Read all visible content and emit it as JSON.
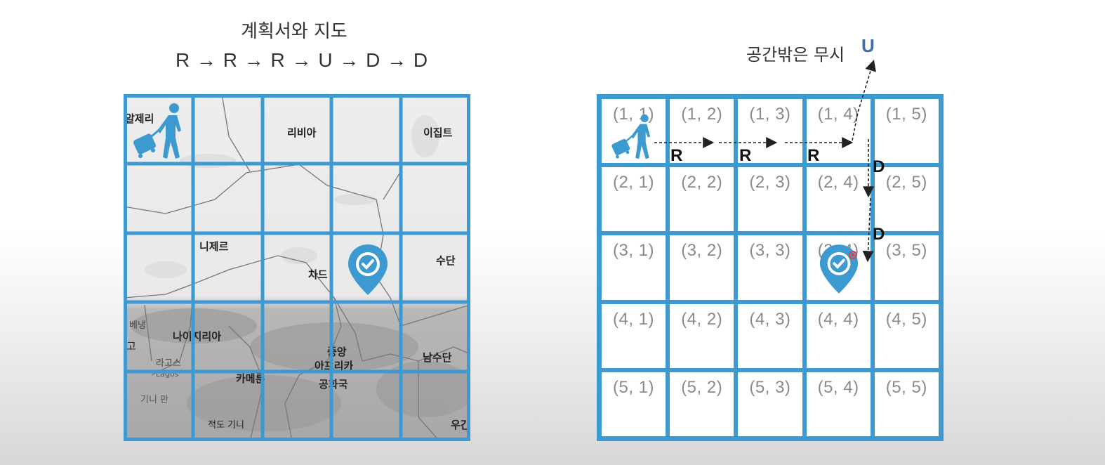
{
  "header": {
    "title": "계획서와 지도",
    "plan": "R → R → R → U → D → D"
  },
  "map": {
    "labels": {
      "algeria": "알제리",
      "libya": "리비아",
      "egypt": "이집트",
      "niger": "니제르",
      "chad": "차드",
      "sudan": "수단",
      "benin": "베냉",
      "go": "고",
      "nigeria": "나이지리아",
      "lagos_kr": "라고스",
      "lagos_en": "Lagos",
      "car_1": "중앙",
      "car_2": "아프리카",
      "car_3": "공화국",
      "south_sudan": "남수단",
      "cameroon": "카메룬",
      "gulf_guinea": "기니 만",
      "eq_guinea": "적도 기니",
      "uganda": "우간"
    },
    "colors": {
      "grid": "#3d9ad1",
      "icon": "#3d9ad1"
    }
  },
  "coords": {
    "rows": [
      [
        "(1, 1)",
        "(1, 2)",
        "(1, 3)",
        "(1, 4)",
        "(1, 5)"
      ],
      [
        "(2, 1)",
        "(2, 2)",
        "(2, 3)",
        "(2, 4)",
        "(2, 5)"
      ],
      [
        "(3, 1)",
        "(3, 2)",
        "(3, 3)",
        "(3, 4)",
        "(3, 5)"
      ],
      [
        "(4, 1)",
        "(4, 2)",
        "(4, 3)",
        "(4, 4)",
        "(4, 5)"
      ],
      [
        "(5, 1)",
        "(5, 2)",
        "(5, 3)",
        "(5, 4)",
        "(5, 5)"
      ]
    ]
  },
  "moves": {
    "ignore_text": "공간밖은 무시",
    "u": "U",
    "r1": "R",
    "r2": "R",
    "r3": "R",
    "d1": "D",
    "d2": "D"
  }
}
